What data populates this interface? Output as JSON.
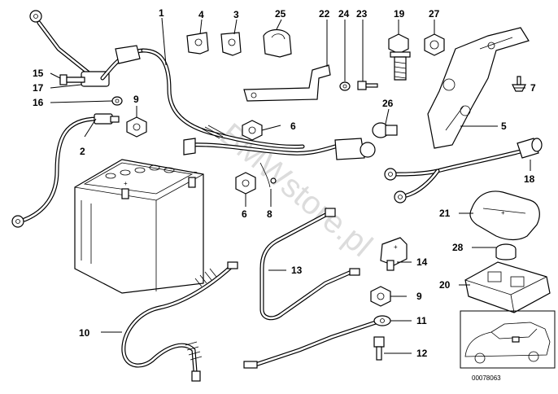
{
  "diagram": {
    "reference_code": "00078063",
    "watermark": "BMWstore.pl",
    "callouts": [
      {
        "id": "c1",
        "label": "1"
      },
      {
        "id": "c2",
        "label": "2"
      },
      {
        "id": "c3",
        "label": "3"
      },
      {
        "id": "c4",
        "label": "4"
      },
      {
        "id": "c5",
        "label": "5"
      },
      {
        "id": "c6a",
        "label": "6"
      },
      {
        "id": "c6b",
        "label": "6"
      },
      {
        "id": "c7",
        "label": "7"
      },
      {
        "id": "c8",
        "label": "8"
      },
      {
        "id": "c9a",
        "label": "9"
      },
      {
        "id": "c9b",
        "label": "9"
      },
      {
        "id": "c10",
        "label": "10"
      },
      {
        "id": "c11",
        "label": "11"
      },
      {
        "id": "c12",
        "label": "12"
      },
      {
        "id": "c13",
        "label": "13"
      },
      {
        "id": "c14",
        "label": "14"
      },
      {
        "id": "c15",
        "label": "15"
      },
      {
        "id": "c16",
        "label": "16"
      },
      {
        "id": "c17",
        "label": "17"
      },
      {
        "id": "c18",
        "label": "18"
      },
      {
        "id": "c19",
        "label": "19"
      },
      {
        "id": "c20",
        "label": "20"
      },
      {
        "id": "c21",
        "label": "21"
      },
      {
        "id": "c22",
        "label": "22"
      },
      {
        "id": "c23",
        "label": "23"
      },
      {
        "id": "c24",
        "label": "24"
      },
      {
        "id": "c25",
        "label": "25"
      },
      {
        "id": "c26",
        "label": "26"
      },
      {
        "id": "c27",
        "label": "27"
      },
      {
        "id": "c28",
        "label": "28"
      }
    ]
  }
}
